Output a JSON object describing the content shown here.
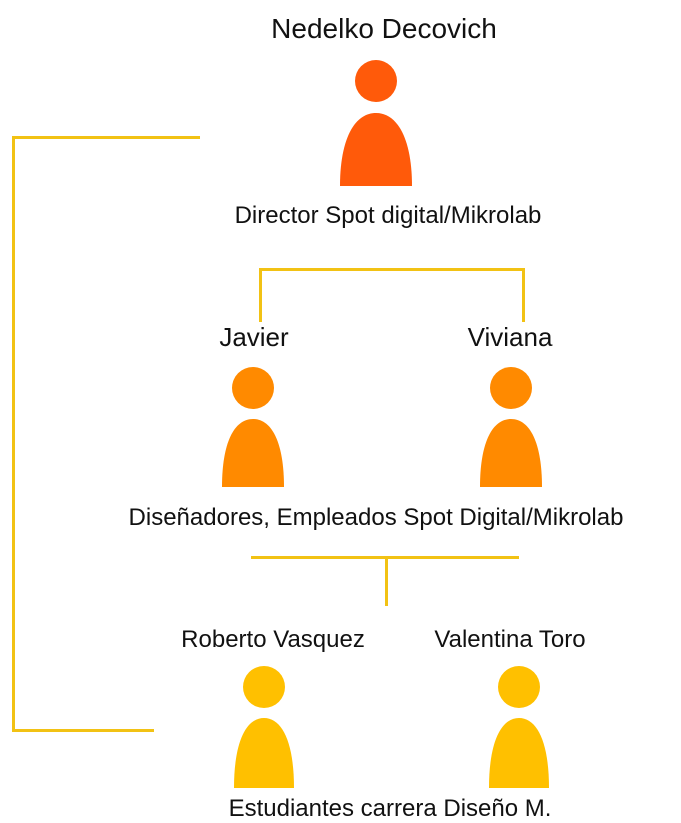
{
  "colors": {
    "connector": "#F2C214",
    "level_top": "#FF5A0A",
    "level_mid": "#FF8A00",
    "level_bottom": "#FFC000"
  },
  "top": {
    "name": "Nedelko Decovich",
    "role": "Director Spot digital/Mikrolab",
    "icon": "person-icon"
  },
  "middle": {
    "people": [
      {
        "name": "Javier",
        "icon": "person-icon"
      },
      {
        "name": "Viviana",
        "icon": "person-icon"
      }
    ],
    "role": "Diseñadores, Empleados Spot Digital/Mikrolab"
  },
  "bottom": {
    "people": [
      {
        "name": "Roberto Vasquez",
        "icon": "person-icon"
      },
      {
        "name": "Valentina Toro",
        "icon": "person-icon"
      }
    ],
    "role": "Estudiantes carrera Diseño M."
  }
}
